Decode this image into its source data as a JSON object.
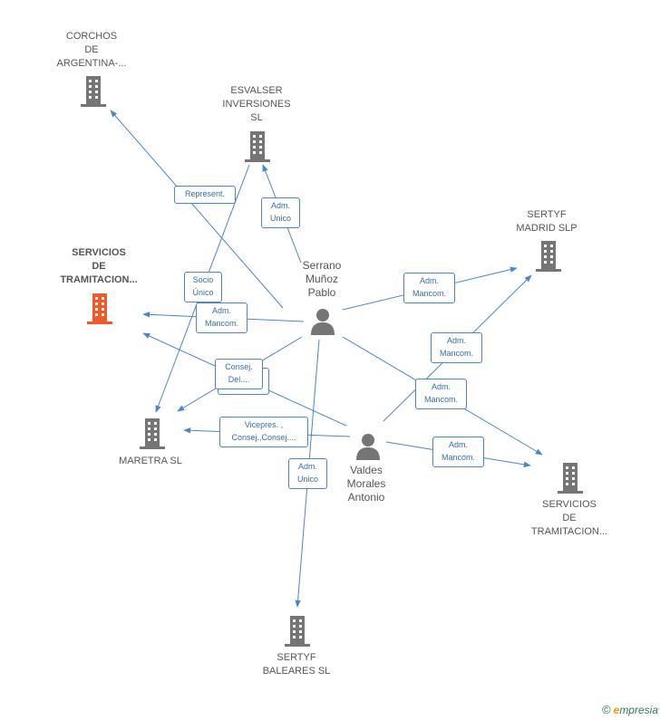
{
  "colors": {
    "building": "#757575",
    "building_focus": "#f05a28",
    "person": "#757575",
    "edge": "#4a86c8",
    "label_text": "#3a6ea8"
  },
  "companies": {
    "corchos": {
      "label": "CORCHOS\nDE\nARGENTINA-...",
      "icon": "building-icon"
    },
    "esvalser": {
      "label": "ESVALSER\nINVERSIONES\nSL",
      "icon": "building-icon"
    },
    "servicios_focus": {
      "label": "SERVICIOS\nDE\nTRAMITACION...",
      "icon": "building-icon"
    },
    "sertyf_madrid": {
      "label": "SERTYF\nMADRID SLP",
      "icon": "building-icon"
    },
    "maretra": {
      "label": "MARETRA SL",
      "icon": "building-icon"
    },
    "servicios_2": {
      "label": "SERVICIOS\nDE\nTRAMITACION...",
      "icon": "building-icon"
    },
    "sertyf_baleares": {
      "label": "SERTYF\nBALEARES SL",
      "icon": "building-icon"
    }
  },
  "people": {
    "serrano": {
      "label": "Serrano\nMuñoz\nPablo",
      "icon": "person-icon"
    },
    "valdes": {
      "label": "Valdes\nMorales\nAntonio",
      "icon": "person-icon"
    }
  },
  "relations": {
    "represent": "Represent.",
    "adm_unico_esvalser": "Adm.\nUnico",
    "socio_unico": "Socio\nÚnico",
    "adm_mancom_servicios": "Adm.\nMancom.",
    "consej_del": "Consej.\nDel....",
    "mancom_overlap": "Mancom.",
    "adm_mancom_madrid_serrano": "Adm.\nMancom.",
    "adm_mancom_madrid_valdes": "Adm.\nMancom.",
    "adm_mancom_servicios2_serrano": "Adm.\nMancom.",
    "adm_mancom_servicios2_valdes": "Adm.\nMancom.",
    "vicepres": "Vicepres. ,\nConsej.,Consej....",
    "adm_unico_baleares": "Adm.\nUnico"
  },
  "branding": {
    "copyright": "©",
    "name_initial": "e",
    "name_rest": "mpresia"
  }
}
